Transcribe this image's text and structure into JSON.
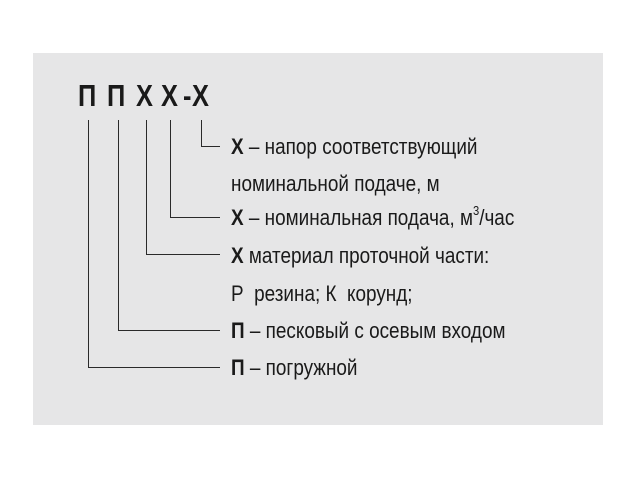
{
  "code": {
    "letters": [
      "П",
      "П",
      "Х",
      "Х",
      "-",
      "Х"
    ]
  },
  "legend": [
    {
      "symbol": "Х",
      "text": "– напор соответствующий"
    },
    {
      "text": "номинальной подаче, м"
    },
    {
      "symbol": "Х",
      "text": "– номинальная подача, м",
      "sup": "3",
      "suffix": "/час"
    },
    {
      "symbol": "Х",
      "text": "материал проточной части:"
    },
    {
      "text": "Р  резина; К  корунд;"
    },
    {
      "symbol": "П",
      "text": "– песковый с осевым входом"
    },
    {
      "symbol": "П",
      "text": "– погружной"
    }
  ]
}
